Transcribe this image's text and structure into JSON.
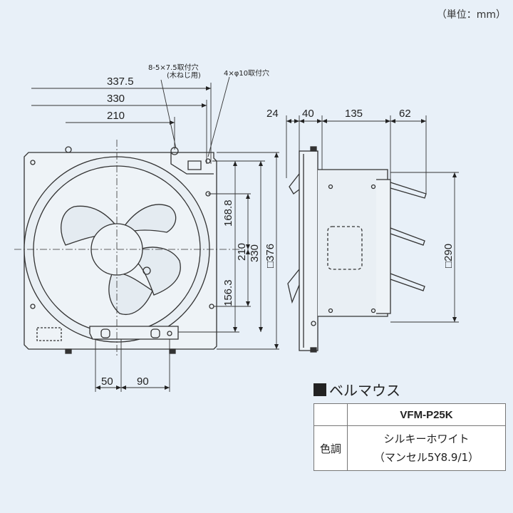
{
  "unit_note": "（単位：mm）",
  "front_view": {
    "hole_note_1_line1": "8-5×7.5取付穴",
    "hole_note_1_line2": "(木ねじ用)",
    "hole_note_2": "4×φ10取付穴",
    "dims": {
      "w1": "337.5",
      "w2": "330",
      "w3": "210",
      "h1": "168.8",
      "h2": "156.3",
      "h3": "210",
      "h4": "330",
      "h5": "□376",
      "b1": "50",
      "b2": "90"
    }
  },
  "side_view": {
    "dims": {
      "d1": "24",
      "d2": "40",
      "d3": "135",
      "d4": "62",
      "h1": "□290"
    }
  },
  "section": {
    "title": "ベルマウス"
  },
  "spec_table": {
    "model": "VFM-P25K",
    "row_label": "色調",
    "color_line1": "シルキーホワイト",
    "color_line2": "（マンセル5Y8.9/1）"
  }
}
